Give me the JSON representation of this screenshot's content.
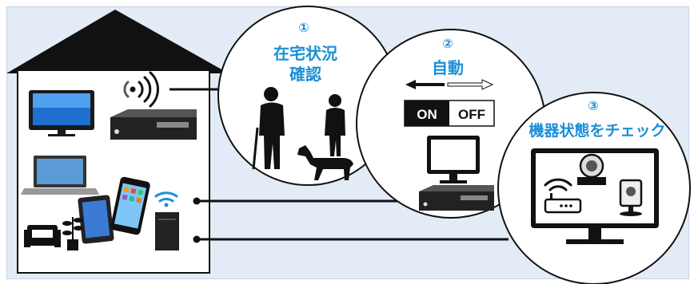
{
  "colors": {
    "background": "#e3ebf6",
    "accent": "#1b8fd6",
    "roof": "#111111",
    "line": "#111111"
  },
  "steps": [
    {
      "number": "①",
      "title_line1": "在宅状況",
      "title_line2": "確認",
      "icon": "people-dog-silhouette-icon"
    },
    {
      "number": "②",
      "title_line1": "自動",
      "title_line2": "",
      "icon": "on-off-switch-icon"
    },
    {
      "number": "③",
      "title_line1": "機器状態をチェック",
      "title_line2": "",
      "icon": "monitor-devices-icon"
    }
  ],
  "switch": {
    "on_label": "ON",
    "off_label": "OFF"
  },
  "house_devices": [
    "tv-icon",
    "wireless-signal-icon",
    "set-top-box-icon",
    "laptop-icon",
    "tablet-icon",
    "smartphone-icon",
    "router-icon",
    "sofa-icon",
    "plant-icon"
  ]
}
